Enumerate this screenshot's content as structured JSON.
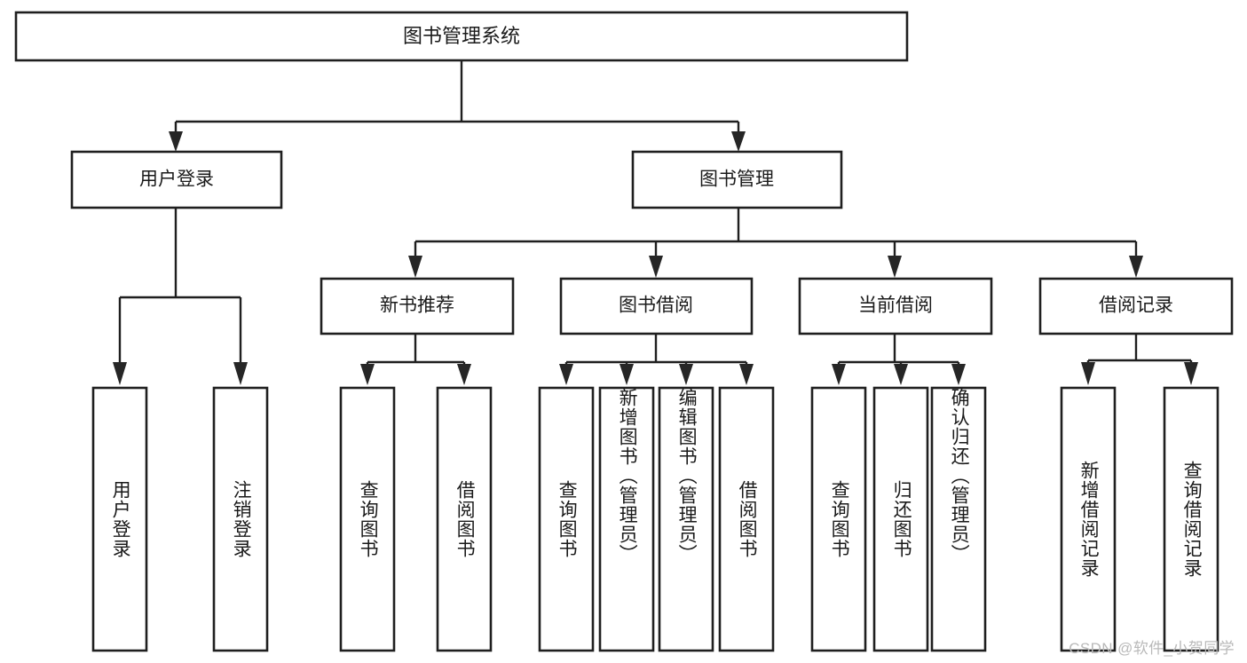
{
  "diagram": {
    "title": "图书管理系统",
    "type": "hierarchy-tree",
    "watermark": "CSDN @软件_小贺同学",
    "colors": {
      "box_stroke": "#1f1f1f",
      "box_fill": "#ffffff",
      "line": "#1f1f1f",
      "text": "#1a1a1a",
      "watermark": "#b9b9b9"
    },
    "levels": {
      "root": {
        "label": "图书管理系统"
      },
      "level2": [
        {
          "id": "user-login",
          "label": "用户登录"
        },
        {
          "id": "book-management",
          "label": "图书管理"
        }
      ],
      "level3": [
        {
          "id": "new-book-recommend",
          "label": "新书推荐",
          "parent": "book-management"
        },
        {
          "id": "book-borrow",
          "label": "图书借阅",
          "parent": "book-management"
        },
        {
          "id": "current-borrow",
          "label": "当前借阅",
          "parent": "book-management"
        },
        {
          "id": "borrow-record",
          "label": "借阅记录",
          "parent": "book-management"
        }
      ],
      "leaves": [
        {
          "id": "leaf-user-login",
          "label": "用户登录",
          "parent": "user-login"
        },
        {
          "id": "leaf-logout-login",
          "label": "注销登录",
          "parent": "user-login"
        },
        {
          "id": "leaf-query-book-1",
          "label": "查询图书",
          "parent": "new-book-recommend"
        },
        {
          "id": "leaf-borrow-book-1",
          "label": "借阅图书",
          "parent": "new-book-recommend"
        },
        {
          "id": "leaf-query-book-2",
          "label": "查询图书",
          "parent": "book-borrow"
        },
        {
          "id": "leaf-add-book",
          "label": "新增图书（管理员）",
          "parent": "book-borrow"
        },
        {
          "id": "leaf-edit-book",
          "label": "编辑图书（管理员）",
          "parent": "book-borrow"
        },
        {
          "id": "leaf-borrow-book-2",
          "label": "借阅图书",
          "parent": "book-borrow"
        },
        {
          "id": "leaf-query-book-3",
          "label": "查询图书",
          "parent": "current-borrow"
        },
        {
          "id": "leaf-return-book",
          "label": "归还图书",
          "parent": "current-borrow"
        },
        {
          "id": "leaf-confirm-return",
          "label": "确认归还（管理员）",
          "parent": "current-borrow"
        },
        {
          "id": "leaf-add-record",
          "label": "新增借阅记录",
          "parent": "borrow-record"
        },
        {
          "id": "leaf-query-record",
          "label": "查询借阅记录",
          "parent": "borrow-record"
        }
      ]
    }
  }
}
